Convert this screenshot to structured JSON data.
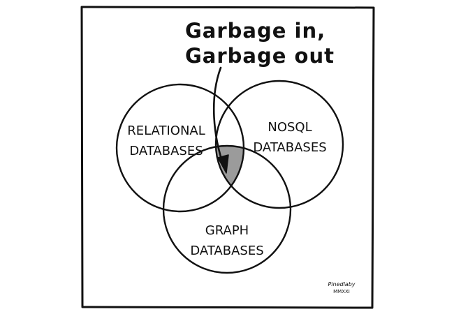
{
  "diagram": {
    "headline": {
      "line1": "Garbage in,",
      "line2": "Garbage out"
    },
    "circles": {
      "relational": {
        "line1": "RELATIONAL",
        "line2": "DATABASES"
      },
      "nosql": {
        "line1": "NOSQL",
        "line2": "DATABASES"
      },
      "graph": {
        "line1": "GRAPH",
        "line2": "DATABASES"
      }
    },
    "signature": {
      "line1": "Pinedlaby",
      "line2": "MMXXI"
    },
    "colors": {
      "ink": "#111111",
      "intersection_fill": "#9b9b9b",
      "paper": "#ffffff"
    }
  }
}
